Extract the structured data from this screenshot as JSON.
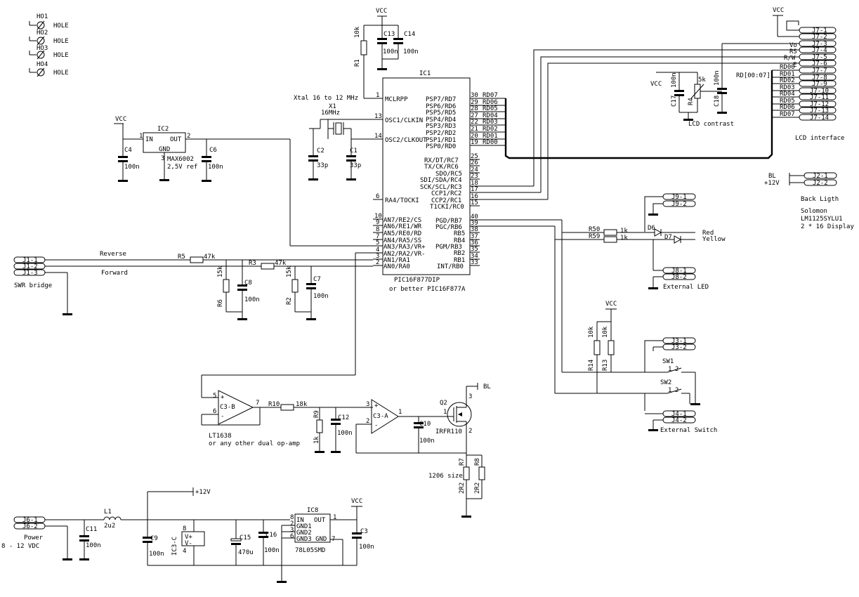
{
  "holes": [
    {
      "ref": "HO1",
      "label": "HOLE"
    },
    {
      "ref": "HO2",
      "label": "HOLE"
    },
    {
      "ref": "HO3",
      "label": "HOLE"
    },
    {
      "ref": "HO4",
      "label": "HOLE"
    }
  ],
  "power_rails": {
    "vcc": "VCC",
    "v12": "+12V",
    "bl": "BL"
  },
  "ic1": {
    "ref": "IC1",
    "part": "PIC16F877DIP",
    "alt": "or better PIC16F877A",
    "left_pins": [
      {
        "num": "1",
        "name": "MCLRPP"
      },
      {
        "num": "13",
        "name": "OSC1/CLKIN"
      },
      {
        "num": "14",
        "name": "OSC2/CLKOUT"
      },
      {
        "num": "6",
        "name": "RA4/TOCKI"
      },
      {
        "num": "10",
        "name": "AN7/RE2/CS"
      },
      {
        "num": "9",
        "name": "AN6/RE1/WR"
      },
      {
        "num": "8",
        "name": "AN5/RE0/RD"
      },
      {
        "num": "7",
        "name": "AN4/RA5/SS"
      },
      {
        "num": "5",
        "name": "AN3/RA3/VR+"
      },
      {
        "num": "4",
        "name": "AN2/RA2/VR-"
      },
      {
        "num": "3",
        "name": "AN1/RA1"
      },
      {
        "num": "2",
        "name": "AN0/RA0"
      }
    ],
    "right_pins": [
      {
        "num": "30",
        "name": "PSP7/RD7",
        "net": "RD07"
      },
      {
        "num": "29",
        "name": "PSP6/RD6",
        "net": "RD06"
      },
      {
        "num": "28",
        "name": "PSP5/RD5",
        "net": "RD05"
      },
      {
        "num": "27",
        "name": "PSP4/RD4",
        "net": "RD04"
      },
      {
        "num": "22",
        "name": "PSP3/RD3",
        "net": "RD03"
      },
      {
        "num": "21",
        "name": "PSP2/RD2",
        "net": "RD02"
      },
      {
        "num": "20",
        "name": "PSP1/RD1",
        "net": "RD01"
      },
      {
        "num": "19",
        "name": "PSP0/RD0",
        "net": "RD00"
      },
      {
        "num": "25",
        "name": "RX/DT/RC7",
        "net": ""
      },
      {
        "num": "26",
        "name": "TX/CK/RC6",
        "net": ""
      },
      {
        "num": "24",
        "name": "SDO/RC5",
        "net": ""
      },
      {
        "num": "23",
        "name": "SDI/SDA/RC4",
        "net": ""
      },
      {
        "num": "18",
        "name": "SCK/SCL/RC3",
        "net": ""
      },
      {
        "num": "17",
        "name": "CCP1/RC2",
        "net": ""
      },
      {
        "num": "16",
        "name": "CCP2/RC1",
        "net": ""
      },
      {
        "num": "15",
        "name": "T1CKI/RC0",
        "net": ""
      },
      {
        "num": "40",
        "name": "PGD/RB7",
        "net": ""
      },
      {
        "num": "39",
        "name": "PGC/RB6",
        "net": ""
      },
      {
        "num": "38",
        "name": "RB5",
        "net": ""
      },
      {
        "num": "37",
        "name": "RB4",
        "net": ""
      },
      {
        "num": "36",
        "name": "PGM/RB3",
        "net": ""
      },
      {
        "num": "35",
        "name": "RB2",
        "net": ""
      },
      {
        "num": "34",
        "name": "RB1",
        "net": ""
      },
      {
        "num": "33",
        "name": "INT/RB0",
        "net": ""
      }
    ]
  },
  "ic2": {
    "ref": "IC2",
    "part": "MAX6002",
    "desc": "2,5V ref",
    "in": "IN",
    "out": "OUT",
    "gnd": "GND",
    "pin1": "1",
    "pin2": "2",
    "pin3": "3"
  },
  "ic8": {
    "ref": "IC8",
    "part": "78L05SMD",
    "in": "IN",
    "out": "OUT",
    "gnd1": "GND1",
    "gnd2": "GND2",
    "gnd3": "GND3 GND",
    "pins": [
      "8",
      "2",
      "3",
      "6",
      "7",
      "1"
    ]
  },
  "caps": {
    "c13": {
      "ref": "C13",
      "val": "100n"
    },
    "c14": {
      "ref": "C14",
      "val": "100n"
    },
    "c4": {
      "ref": "C4",
      "val": "100n"
    },
    "c6": {
      "ref": "C6",
      "val": "100n"
    },
    "c2": {
      "ref": "C2",
      "val": "33p"
    },
    "c1": {
      "ref": "C1",
      "val": "33p"
    },
    "c8": {
      "ref": "C8",
      "val": "100n"
    },
    "c7": {
      "ref": "C7",
      "val": "100n"
    },
    "c12": {
      "ref": "C12",
      "val": "100n"
    },
    "c10": {
      "ref": "C10",
      "val": "100n"
    },
    "c17": {
      "ref": "C17",
      "val": "100n"
    },
    "c18": {
      "ref": "C18",
      "val": "100n"
    },
    "c11": {
      "ref": "C11",
      "val": "100n"
    },
    "c9": {
      "ref": "C9",
      "val": "100n"
    },
    "c15": {
      "ref": "C15",
      "val": "470u"
    },
    "c16": {
      "ref": "C16",
      "val": "100n"
    },
    "c3": {
      "ref": "C3",
      "val": "100n"
    }
  },
  "resistors": {
    "r1": {
      "ref": "R1",
      "val": "10k"
    },
    "r5": {
      "ref": "R5",
      "val": "47k"
    },
    "r3": {
      "ref": "R3",
      "val": "47k"
    },
    "r6": {
      "ref": "R6",
      "val": "15k"
    },
    "r2": {
      "ref": "R2",
      "val": "15k"
    },
    "r10": {
      "ref": "R10",
      "val": "18k"
    },
    "r9": {
      "ref": "R9",
      "val": "1k"
    },
    "r50": {
      "ref": "R50",
      "val": "1k"
    },
    "r59": {
      "ref": "R59",
      "val": "1k"
    },
    "r14": {
      "ref": "R14",
      "val": "10k"
    },
    "r13": {
      "ref": "R13",
      "val": "10k"
    },
    "r7": {
      "ref": "R7",
      "val": "2R2"
    },
    "r8": {
      "ref": "R8",
      "val": "2R2"
    },
    "r4": {
      "ref": "R4",
      "val": "5k"
    }
  },
  "xtal": {
    "ref": "X1",
    "val": "16MHz",
    "note": "Xtal 16 to 12 MHz"
  },
  "opamp_b": {
    "ref": "C3-B",
    "pins": [
      "5",
      "6",
      "7"
    ]
  },
  "opamp_a": {
    "ref": "C3-A",
    "pins": [
      "3",
      "2",
      "1"
    ]
  },
  "opamp_c": {
    "ref": "IC3-C",
    "vplus": "V+",
    "vminus": "V-",
    "pins": [
      "8",
      "4"
    ]
  },
  "opamp_note": {
    "line1": "LT1638",
    "line2": "or any other dual op-amp"
  },
  "mosfet": {
    "ref": "Q2",
    "part": "IRFR110",
    "pins": [
      "1",
      "2",
      "3"
    ]
  },
  "inductor": {
    "ref": "L1",
    "val": "2u2"
  },
  "resistor_note": "1206 size",
  "leds": {
    "d6": "D6",
    "d7": "D7",
    "red": "Red",
    "yellow": "Yellow"
  },
  "switches": {
    "sw1": "SW1",
    "sw2": "SW2",
    "pins": [
      "1",
      "2"
    ]
  },
  "nets": {
    "reverse": "Reverse",
    "forward": "Forward",
    "vo": "Vo",
    "rs": "RS",
    "rw": "R/W",
    "e": "E",
    "rd_bus": "RD[00:07]"
  },
  "lcd_rd_nets": [
    "RD00",
    "RD01",
    "RD02",
    "RD03",
    "RD04",
    "RD05",
    "RD06",
    "RD07"
  ],
  "connectors": {
    "j1": [
      "J1-1",
      "J1-2",
      "J1-3"
    ],
    "j7": [
      "J7-1",
      "J7-2",
      "J7-3",
      "J7-4",
      "J7-5",
      "J7-6",
      "J7-7",
      "J7-8",
      "J7-9",
      "J7-10",
      "J7-11",
      "J7-12",
      "J7-13",
      "J7-14"
    ],
    "j2": [
      "J2-1",
      "J2-2"
    ],
    "j9": [
      "J9-1",
      "J9-2"
    ],
    "j8": [
      "J8-1",
      "J8-2"
    ],
    "j3": [
      "J3-1",
      "J3-2"
    ],
    "j4": [
      "J4-1",
      "J4-2"
    ],
    "j6": [
      "J6-1",
      "J6-2"
    ]
  },
  "labels": {
    "swr": "SWR bridge",
    "lcd_contrast": "LCD contrast",
    "lcd_interface": "LCD interface",
    "backlight": "Back Ligth",
    "display1": "Solomon",
    "display2": "LM1125SYLU1",
    "display3": "2 * 16 Display",
    "ext_led": "External LED",
    "ext_switch": "External Switch",
    "power": "Power",
    "power_range": "8 - 12 VDC"
  }
}
